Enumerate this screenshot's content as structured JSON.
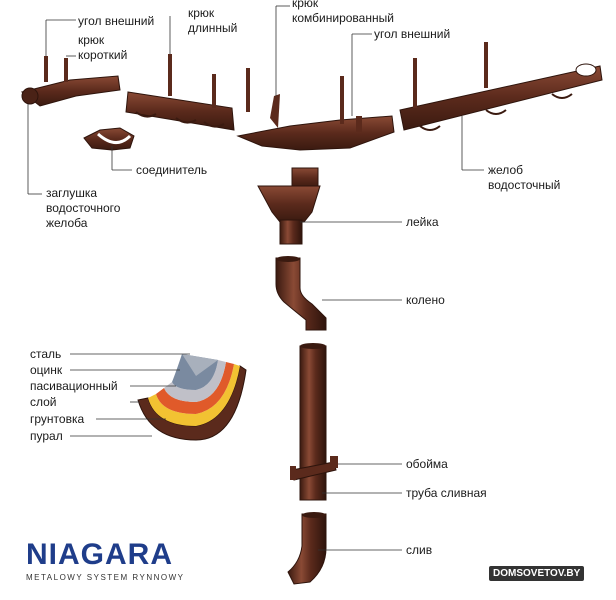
{
  "labels": {
    "corner_outer_left": "угол внешний",
    "hook_short_1": "крюк",
    "hook_short_2": "короткий",
    "hook_long_1": "крюк",
    "hook_long_2": "длинный",
    "hook_combined_1": "крюк",
    "hook_combined_2": "комбинированный",
    "corner_outer_right": "угол внешний",
    "connector": "соединитель",
    "end_cap_1": "заглушка",
    "end_cap_2": "водосточного",
    "end_cap_3": "желоба",
    "gutter_1": "желоб",
    "gutter_2": "водосточный",
    "funnel": "лейка",
    "elbow": "колено",
    "clamp": "обойма",
    "downpipe": "труба сливная",
    "outlet": "слив"
  },
  "layers": [
    "сталь",
    "оцинк",
    "пасивационный",
    "слой",
    "грунтовка",
    "пурал"
  ],
  "brand": {
    "name": "NIAGARA",
    "tagline": "METALOWY SYSTEM RYNNOWY"
  },
  "watermark": "DOMSOVETOV.BY",
  "colors": {
    "metal": "#5b2a1c",
    "metal_light": "#8a4a35",
    "brand_blue": "#1f3d8a"
  }
}
